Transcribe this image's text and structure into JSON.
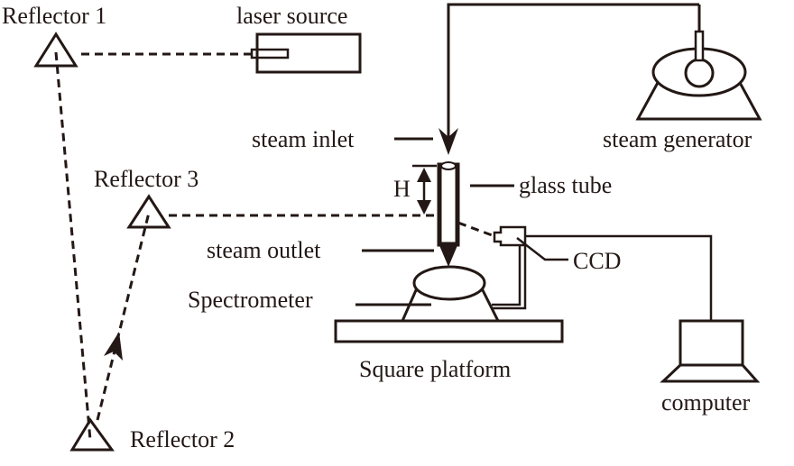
{
  "figure": {
    "colors": {
      "ink": "#231815",
      "background": "#ffffff"
    },
    "labels": {
      "reflector1": "Reflector 1",
      "reflector2": "Reflector 2",
      "reflector3": "Reflector 3",
      "laser_source": "laser source",
      "steam_inlet": "steam inlet",
      "steam_outlet": "steam outlet",
      "steam_generator": "steam generator",
      "glass_tube": "glass tube",
      "height_marker": "H",
      "ccd": "CCD",
      "spectrometer": "Spectrometer",
      "square_platform": "Square platform",
      "computer": "computer"
    },
    "components": [
      "laser source",
      "Reflector 1",
      "Reflector 2",
      "Reflector 3",
      "steam generator",
      "glass tube",
      "CCD",
      "Spectrometer",
      "Square platform",
      "computer"
    ],
    "connections": [
      {
        "from": "laser source",
        "to": "Reflector 1",
        "style": "dashed"
      },
      {
        "from": "Reflector 1",
        "to": "Reflector 2",
        "style": "dashed"
      },
      {
        "from": "Reflector 2",
        "to": "Reflector 3",
        "style": "dashed-arrow"
      },
      {
        "from": "Reflector 3",
        "to": "glass tube",
        "style": "dashed"
      },
      {
        "from": "glass tube",
        "to": "CCD",
        "style": "dashed"
      },
      {
        "from": "steam generator",
        "to": "glass tube",
        "style": "solid-arrow"
      },
      {
        "from": "CCD",
        "to": "computer",
        "style": "solid"
      },
      {
        "from": "CCD",
        "to": "Spectrometer",
        "style": "double-line"
      }
    ]
  }
}
